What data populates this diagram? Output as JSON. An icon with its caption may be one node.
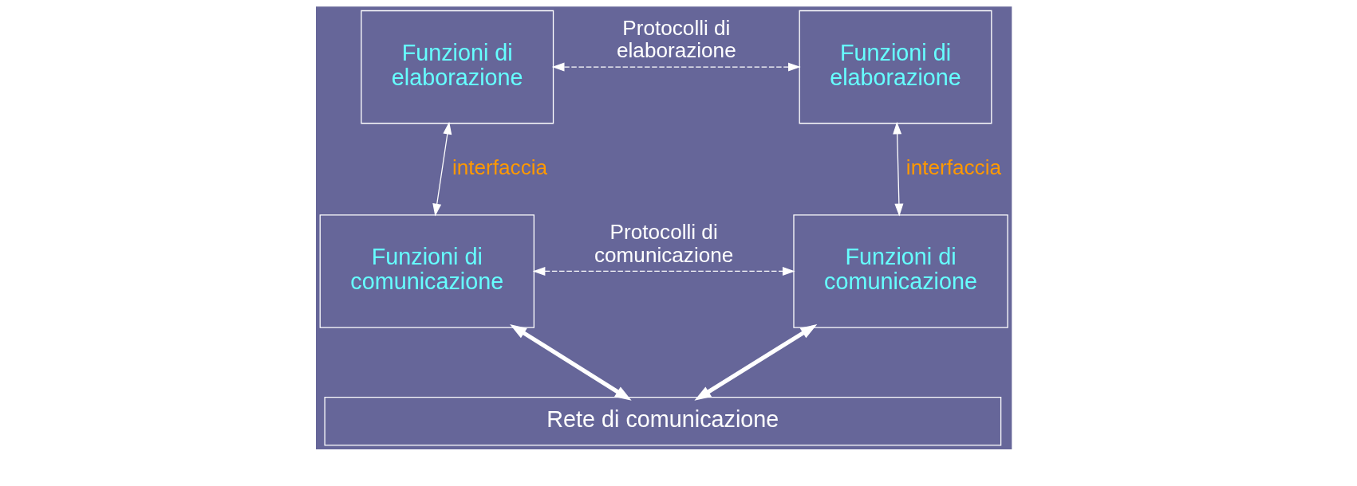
{
  "diagram": {
    "nodes": [
      {
        "text": [
          "Funzioni di elaborazione"
        ]
      },
      {
        "text": [
          "Funzioni di elaborazione"
        ]
      },
      {
        "text": [
          "Funzioni di comunicazione"
        ]
      },
      {
        "text": [
          "Funzioni di comunicazione"
        ]
      },
      {
        "text": [
          "Rete di comunicazione"
        ]
      }
    ],
    "edges": [
      {
        "from": 0,
        "to": 1,
        "arrow": "both",
        "style": "dashed",
        "label": "Protocolli di elaborazione"
      },
      {
        "from": 0,
        "to": 2,
        "arrow": "both",
        "label": "interfaccia"
      },
      {
        "from": 1,
        "to": 3,
        "arrow": "both",
        "label": "interfaccia"
      },
      {
        "from": 2,
        "to": 3,
        "arrow": "both",
        "style": "dashed",
        "label": "Protocolli di comunicazione"
      },
      {
        "from": 2,
        "to": 4,
        "arrow": "both",
        "style": "thick"
      },
      {
        "from": 3,
        "to": 4,
        "arrow": "both",
        "style": "thick"
      }
    ]
  }
}
